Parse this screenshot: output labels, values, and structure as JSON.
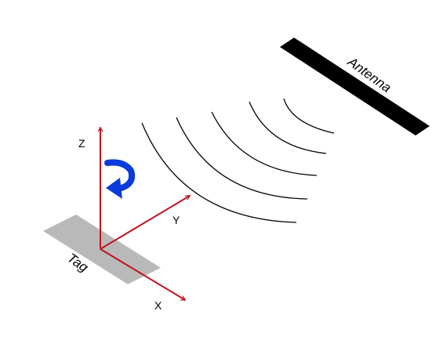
{
  "labels": {
    "antenna": "Antenna",
    "tag": "Tag",
    "axis_x": "X",
    "axis_y": "Y",
    "axis_z": "Z"
  },
  "colors": {
    "axis": "#c0141e",
    "rotation_arrow": "#0a3cdc",
    "tag": "#b9b9b9",
    "antenna": "#000000",
    "wave": "#000000"
  },
  "icons": {
    "rotation": "curved-rotation-arrow-icon"
  }
}
